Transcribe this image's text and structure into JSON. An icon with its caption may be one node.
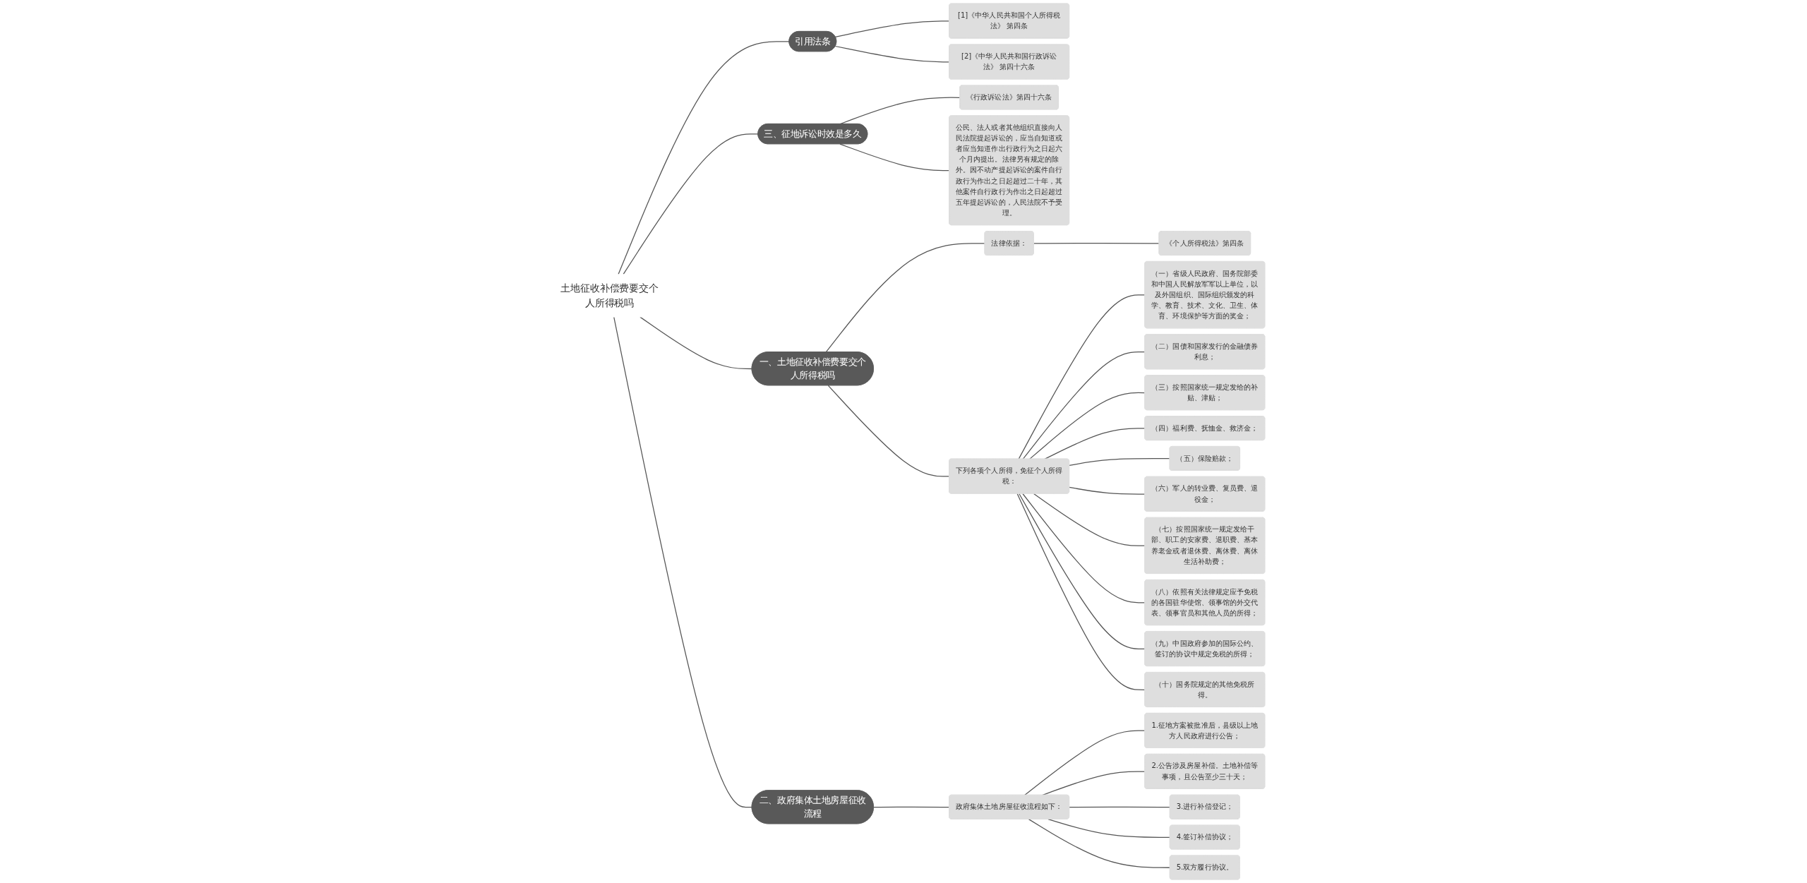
{
  "diagram": {
    "nodes": [
      {
        "text": [
          "土地征收补偿费要交个人所得税吗"
        ]
      },
      {
        "text": [
          "一、土地征收补偿费要交个人所得税吗"
        ]
      },
      {
        "text": [
          "法律依据："
        ]
      },
      {
        "text": [
          "《个人所得税法》第四条"
        ]
      },
      {
        "text": [
          "下列各项个人所得，免征个人所得税："
        ]
      },
      {
        "text": [
          "（一）省级人民政府、国务院部委和中国人民解放军军以上单位，以及外国组织、国际组织颁发的科学、教育、技术、文化、卫生、体育、环境保护等方面的奖金；"
        ]
      },
      {
        "text": [
          "（二）国债和国家发行的金融债券利息；"
        ]
      },
      {
        "text": [
          "（三）按照国家统一规定发给的补贴、津贴；"
        ]
      },
      {
        "text": [
          "（四）福利费、抚恤金、救济金；"
        ]
      },
      {
        "text": [
          "（五）保险赔款；"
        ]
      },
      {
        "text": [
          "（六）军人的转业费、复员费、退役金；"
        ]
      },
      {
        "text": [
          "（七）按照国家统一规定发给干部、职工的安家费、退职费、基本养老金或者退休费、离休费、离休生活补助费；"
        ]
      },
      {
        "text": [
          "（八）依照有关法律规定应予免税的各国驻华使馆、领事馆的外交代表、领事官员和其他人员的所得；"
        ]
      },
      {
        "text": [
          "（九）中国政府参加的国际公约、签订的协议中规定免税的所得；"
        ]
      },
      {
        "text": [
          "（十）国务院规定的其他免税所得。"
        ]
      },
      {
        "text": [
          "二、政府集体土地房屋征收流程"
        ]
      },
      {
        "text": [
          "政府集体土地房屋征收流程如下："
        ]
      },
      {
        "text": [
          "1.征地方案被批准后，县级以上地方人民政府进行公告；"
        ]
      },
      {
        "text": [
          "2.公告涉及房屋补偿。土地补偿等事项，且公告至少三十天；"
        ]
      },
      {
        "text": [
          "3.进行补偿登记；"
        ]
      },
      {
        "text": [
          "4.签订补偿协议；"
        ]
      },
      {
        "text": [
          "5.双方履行协议。"
        ]
      },
      {
        "text": [
          "引用法条"
        ]
      },
      {
        "text": [
          "[1]《中华人民共和国个人所得税法》 第四条"
        ]
      },
      {
        "text": [
          "[2]《中华人民共和国行政诉讼法》 第四十六条"
        ]
      },
      {
        "text": [
          "三、征地诉讼时效是多久"
        ]
      },
      {
        "text": [
          "《行政诉讼法》第四十六条"
        ]
      },
      {
        "text": [
          "公民、法人或者其他组织直接向人民法院提起诉讼的，应当自知道或者应当知道作出行政行为之日起六个月内提出。法律另有规定的除外。因不动产提起诉讼的案件自行政行为作出之日起超过二十年，其他案件自行政行为作出之日起超过五年提起诉讼的，人民法院不予受理。"
        ]
      }
    ],
    "edges": [
      {
        "from": 0,
        "to": 1,
        "arrow": "none"
      },
      {
        "from": 1,
        "to": 2,
        "arrow": "none"
      },
      {
        "from": 2,
        "to": 3,
        "arrow": "none"
      },
      {
        "from": 1,
        "to": 4,
        "arrow": "none"
      },
      {
        "from": 4,
        "to": 5,
        "arrow": "none"
      },
      {
        "from": 4,
        "to": 6,
        "arrow": "none"
      },
      {
        "from": 4,
        "to": 7,
        "arrow": "none"
      },
      {
        "from": 4,
        "to": 8,
        "arrow": "none"
      },
      {
        "from": 4,
        "to": 9,
        "arrow": "none"
      },
      {
        "from": 4,
        "to": 10,
        "arrow": "none"
      },
      {
        "from": 4,
        "to": 11,
        "arrow": "none"
      },
      {
        "from": 4,
        "to": 12,
        "arrow": "none"
      },
      {
        "from": 4,
        "to": 13,
        "arrow": "none"
      },
      {
        "from": 4,
        "to": 14,
        "arrow": "none"
      },
      {
        "from": 0,
        "to": 15,
        "arrow": "none"
      },
      {
        "from": 15,
        "to": 16,
        "arrow": "none"
      },
      {
        "from": 16,
        "to": 17,
        "arrow": "none"
      },
      {
        "from": 16,
        "to": 18,
        "arrow": "none"
      },
      {
        "from": 16,
        "to": 19,
        "arrow": "none"
      },
      {
        "from": 16,
        "to": 20,
        "arrow": "none"
      },
      {
        "from": 16,
        "to": 21,
        "arrow": "none"
      },
      {
        "from": 0,
        "to": 22,
        "arrow": "none"
      },
      {
        "from": 22,
        "to": 23,
        "arrow": "none"
      },
      {
        "from": 22,
        "to": 24,
        "arrow": "none"
      },
      {
        "from": 0,
        "to": 25,
        "arrow": "none"
      },
      {
        "from": 25,
        "to": 26,
        "arrow": "none"
      },
      {
        "from": 25,
        "to": 27,
        "arrow": "none"
      }
    ]
  }
}
